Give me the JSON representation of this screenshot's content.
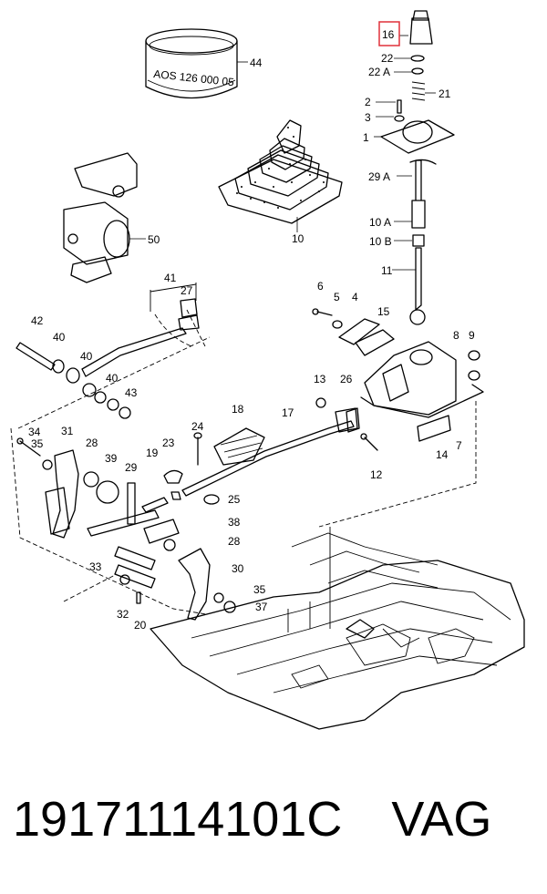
{
  "image": {
    "drawing_text": "AOS 126 000 05",
    "highlight_color": "#e0303a",
    "highlighted_part": "16",
    "callouts": [
      "16",
      "22",
      "22 A",
      "21",
      "2",
      "3",
      "1",
      "29 A",
      "10 A",
      "10 B",
      "11",
      "44",
      "10",
      "50",
      "41",
      "27",
      "42",
      "40",
      "40",
      "40",
      "43",
      "6",
      "5",
      "4",
      "15",
      "8",
      "9",
      "13",
      "26",
      "18",
      "17",
      "24",
      "23",
      "19",
      "29",
      "39",
      "28",
      "31",
      "34",
      "35",
      "14",
      "7",
      "12",
      "25",
      "38",
      "28",
      "33",
      "30",
      "35",
      "37",
      "32",
      "20"
    ]
  },
  "caption": {
    "part_number": "19171114101C",
    "brand": "VAG"
  }
}
